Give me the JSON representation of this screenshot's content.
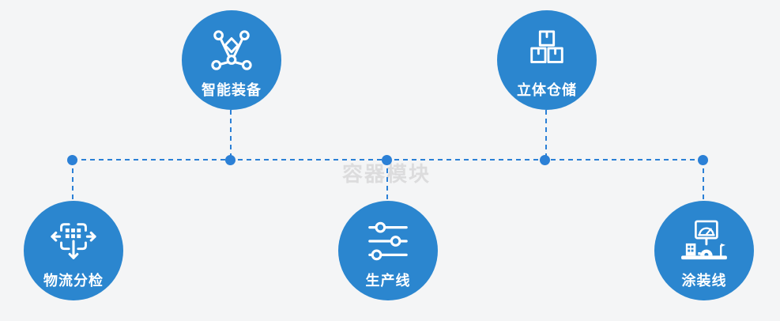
{
  "watermark": "容器模块",
  "colors": {
    "background": "#f4f5f6",
    "node_fill": "#2b86cf",
    "connector": "#2b80d6",
    "label_text": "#ffffff",
    "watermark_text": "#dcdcdd"
  },
  "nodes": [
    {
      "label": "智能装备",
      "icon": "network-nodes-icon"
    },
    {
      "label": "立体仓储",
      "icon": "stacked-boxes-icon"
    },
    {
      "label": "物流分检",
      "icon": "sort-dispatch-arrows-icon"
    },
    {
      "label": "生产线",
      "icon": "sliders-icon"
    },
    {
      "label": "涂装线",
      "icon": "paint-console-icon"
    }
  ]
}
